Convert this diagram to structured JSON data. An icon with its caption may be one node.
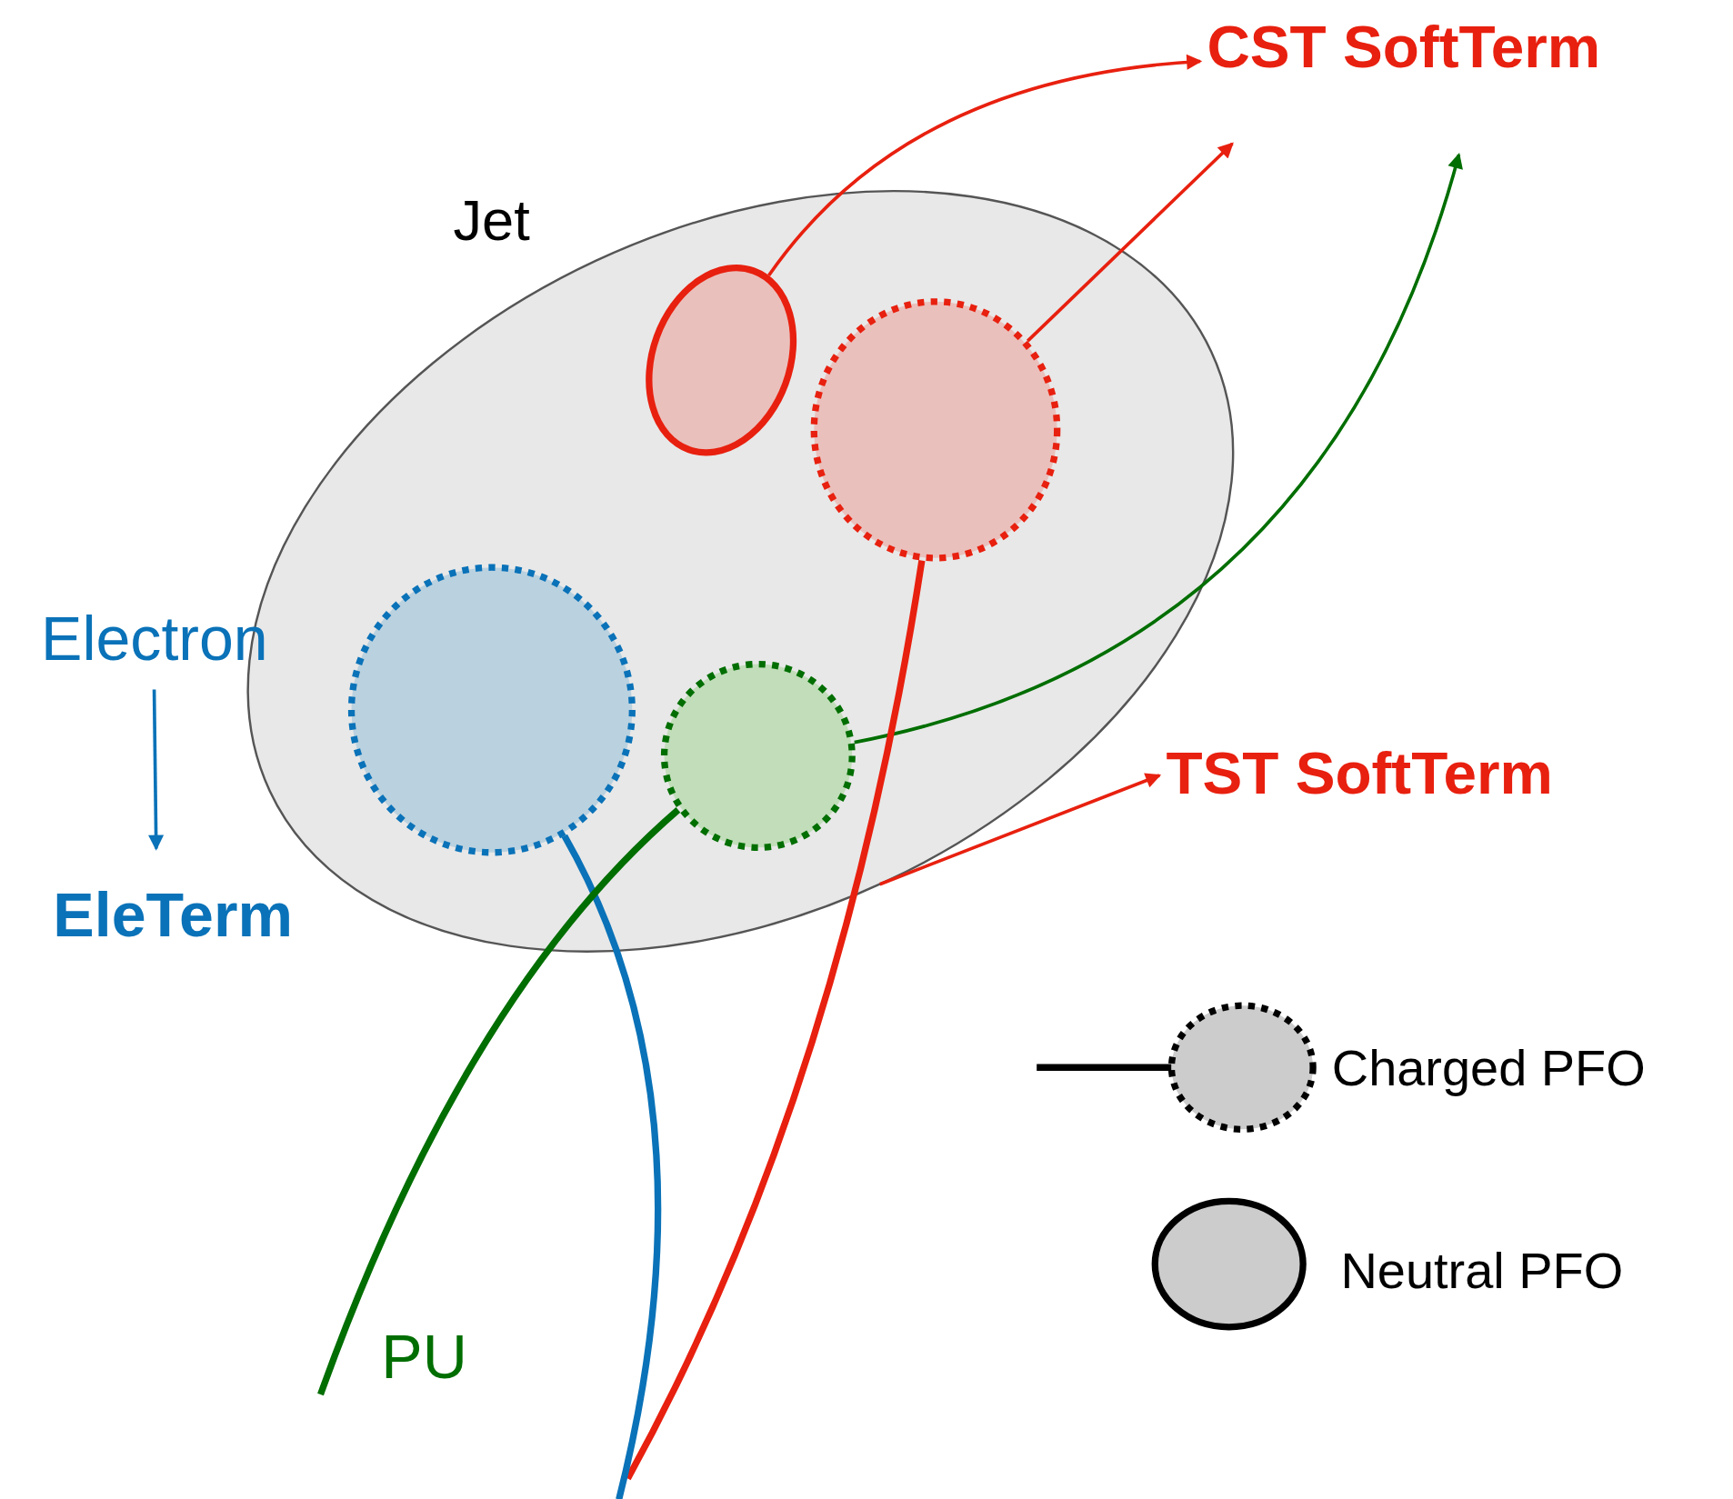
{
  "diagram": {
    "nodes": [
      {
        "text": [
          "Jet"
        ]
      },
      {
        "text": [],
        "shape": "circle",
        "in": 0
      },
      {
        "text": [],
        "shape": "circle",
        "in": 0
      },
      {
        "text": [],
        "shape": "circle",
        "in": 0
      },
      {
        "text": [],
        "shape": "circle",
        "in": 0
      },
      {
        "text": [
          "CST SoftTerm"
        ]
      },
      {
        "text": [
          "TST SoftTerm"
        ]
      },
      {
        "text": [
          "Electron"
        ]
      },
      {
        "text": [
          "EleTerm"
        ]
      }
    ],
    "edges": [
      {
        "from": 1,
        "to": 5,
        "arrow": "to"
      },
      {
        "from": 2,
        "to": null,
        "arrow": "to"
      },
      {
        "from": 4,
        "to": null,
        "arrow": "to",
        "color": "#006e00"
      },
      {
        "from": null,
        "to": 2,
        "arrow": "none",
        "style": "thick"
      },
      {
        "from": 0,
        "to": 6,
        "arrow": "to"
      },
      {
        "from": null,
        "to": 3,
        "arrow": "none",
        "style": "thick",
        "color": "#0a72b8"
      },
      {
        "from": null,
        "to": 4,
        "arrow": "none",
        "style": "thick",
        "color": "#006e00"
      },
      {
        "from": 7,
        "to": 8,
        "arrow": "to",
        "color": "#0a72b8"
      }
    ],
    "labels": [
      "PU"
    ],
    "legend": [
      {
        "text": "Charged PFO"
      },
      {
        "text": "Neutral PFO"
      }
    ]
  }
}
